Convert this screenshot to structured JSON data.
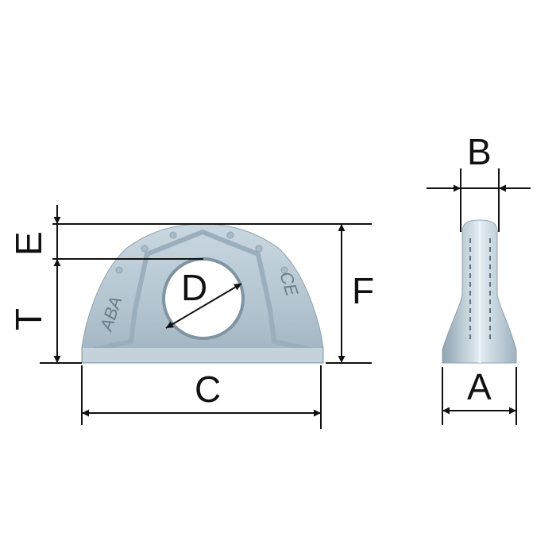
{
  "labels": {
    "A": "A",
    "B": "B",
    "C": "C",
    "D": "D",
    "E": "E",
    "F": "F",
    "T": "T"
  },
  "markings": {
    "brand": "ABA",
    "certification": "CE"
  },
  "colors": {
    "metal": "#b9c9d4",
    "metal_dark": "#8fa3b1",
    "metal_light": "#e3edf3",
    "line": "#111111"
  }
}
